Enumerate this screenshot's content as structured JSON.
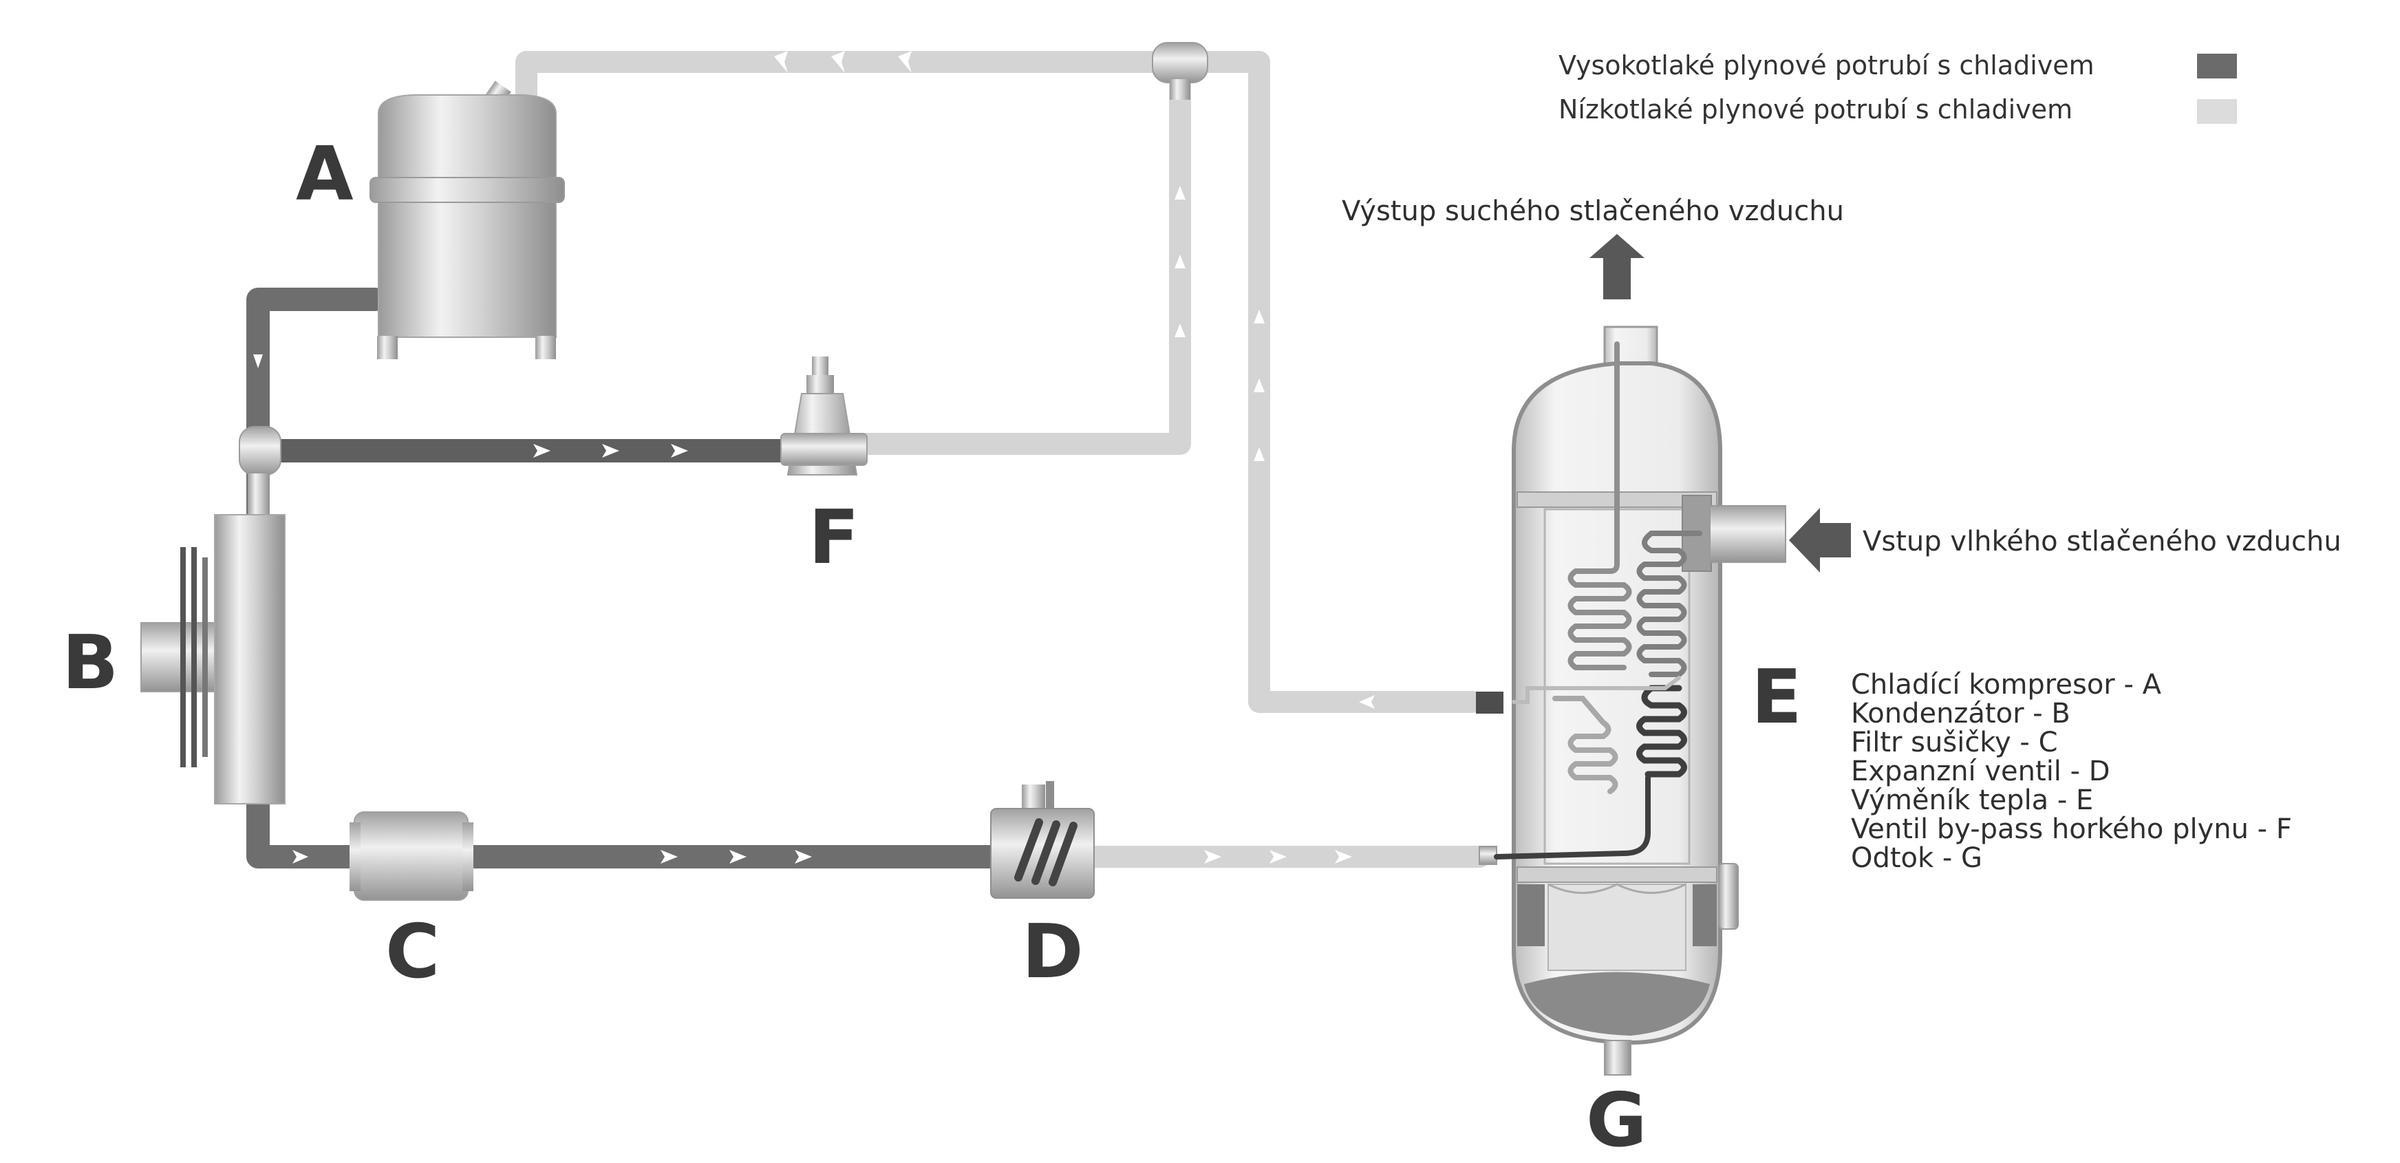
{
  "legend": {
    "high_pressure": {
      "label": "Vysokotlaké plynové potrubí s chladivem",
      "color": "#6b6b6b"
    },
    "low_pressure": {
      "label": "Nízkotlaké plynové potrubí s chladivem",
      "color": "#dcdcdc"
    }
  },
  "labels": {
    "air_out": "Výstup suchého stlačeného vzduchu",
    "air_in": "Vstup vlhkého stlačeného vzduchu"
  },
  "letters": {
    "A": "A",
    "B": "B",
    "C": "C",
    "D": "D",
    "E": "E",
    "F": "F",
    "G": "G"
  },
  "components": [
    "Chladící kompresor - A",
    "Kondenzátor - B",
    "Filtr sušičky - C",
    "Expanzní ventil - D",
    "Výměník tepla - E",
    "Ventil by-pass horkého plynu - F",
    "Odtok - G"
  ],
  "colors": {
    "pipe_dark": "#6b6b6b",
    "pipe_light": "#d2d2d2",
    "arrow": "#555555",
    "metal": "#c8c8c8"
  }
}
